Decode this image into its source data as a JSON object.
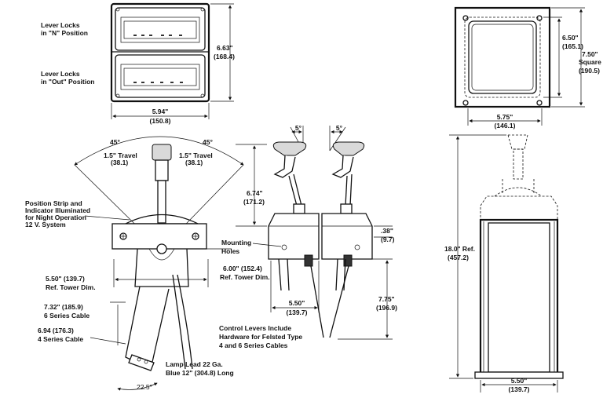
{
  "top_left": {
    "lever_locks_n_1": "Lever Locks",
    "lever_locks_n_2": "in \"N\" Position",
    "lever_locks_out_1": "Lever Locks",
    "lever_locks_out_2": "in \"Out\" Position",
    "height_in": "6.63\"",
    "height_mm": "(168.4)",
    "width_in": "5.94\"",
    "width_mm": "(150.8)"
  },
  "top_right": {
    "inner_in": "6.50\"",
    "inner_mm": "(165.1)",
    "square_in": "7.50\"",
    "square_word": "Square",
    "square_mm": "(190.5)",
    "width_in": "5.75\"",
    "width_mm": "(146.1)"
  },
  "front_view": {
    "angle_left": "45°",
    "angle_right": "45°",
    "travel_left_in": "1.5\" Travel",
    "travel_left_mm": "(38.1)",
    "travel_right_in": "1.5\" Travel",
    "travel_right_mm": "(38.1)",
    "position_strip_1": "Position Strip and",
    "position_strip_2": "Indicator Illuminated",
    "position_strip_3": "for Night Operation",
    "position_strip_4": "12 V. System",
    "tower_in": "5.50\" (139.7)",
    "tower_ref": "Ref. Tower Dim.",
    "cable6_in": "7.32\" (185.9)",
    "cable6_label": "6 Series Cable",
    "cable4_in": "6.94 (176.3)",
    "cable4_label": "4 Series Cable",
    "lamp_1": "Lamp Lead 22 Ga.",
    "lamp_2": "Blue 12\" (304.8) Long",
    "angle_bottom": "22.5°"
  },
  "side_view": {
    "angle_a": "5°",
    "angle_b": "5°",
    "height_in": "6.74\"",
    "height_mm": "(171.2)",
    "mounting_1": "Mounting",
    "mounting_2": "Holes",
    "thick_in": ".38\"",
    "thick_mm": "(9.7)",
    "tower_in": "6.00\" (152.4)",
    "tower_ref": "Ref. Tower Dim.",
    "base_in": "5.50\"",
    "base_mm": "(139.7)",
    "depth_in": "7.75\"",
    "depth_mm": "(196.9)",
    "control_1": "Control Levers Include",
    "control_2": "Hardware for Felsted Type",
    "control_3": "4 and 6 Series Cables"
  },
  "right_view": {
    "ref_in": "18.0\" Ref.",
    "ref_mm": "(457.2)",
    "base_in": "5.50\"",
    "base_mm": "(139.7)"
  }
}
